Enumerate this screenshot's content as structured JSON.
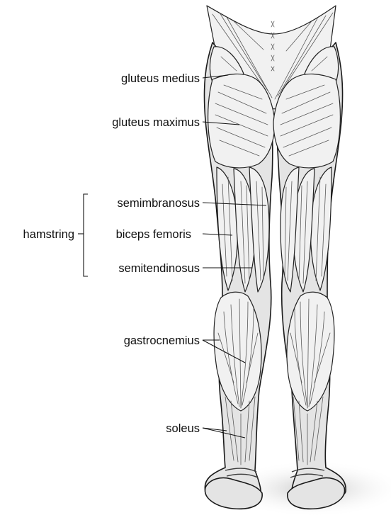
{
  "figure": {
    "labels": {
      "gluteus_medius": "gluteus medius",
      "gluteus_maximus": "gluteus maximus",
      "hamstring_group": "hamstring",
      "semimbranosus": "semimbranosus",
      "biceps_femoris": "biceps femoris",
      "semitendinosus": "semitendinosus",
      "gastrocnemius": "gastrocnemius",
      "soleus": "soleus"
    },
    "colors": {
      "line": "#1a1a1a",
      "skin": "#e4e4e4",
      "muscle": "#f1f1f1",
      "shadow": "#cfcfcf"
    }
  }
}
